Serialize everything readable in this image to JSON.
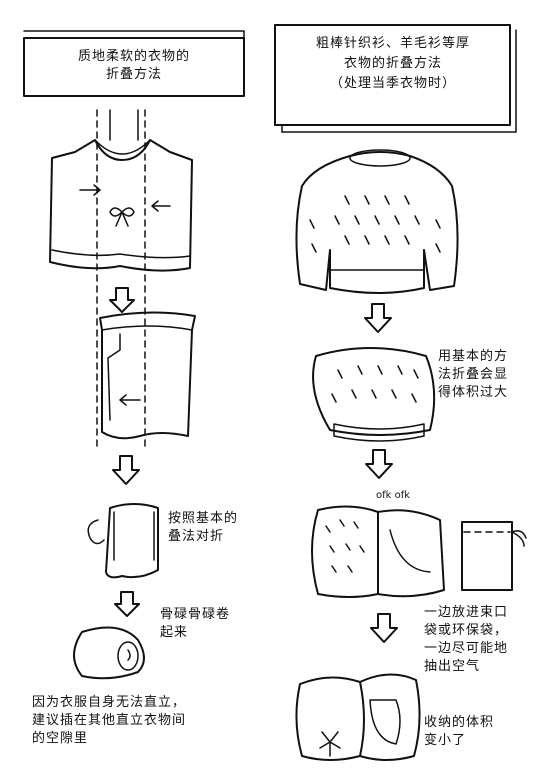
{
  "left_panel": {
    "title": "质地柔软的衣物的\n折叠方法",
    "step_fold_note": "按照基本的\n叠法对折",
    "step_roll_note": "骨碌骨碌卷\n起来",
    "bottom_note": "因为衣服自身无法直立，\n建议插在其他直立衣物间\n的空隙里"
  },
  "right_panel": {
    "title": "粗棒针织衫、羊毛衫等厚\n衣物的折叠方法\n（处理当季衣物时）",
    "fold_note": "用基本的方\n法折叠会显\n得体积过大",
    "sound": "ofk ofk",
    "bag_note": "一边放进束口\n袋或环保袋，\n一边尽可能地\n抽出空气",
    "result_note": "收纳的体积\n变小了"
  }
}
